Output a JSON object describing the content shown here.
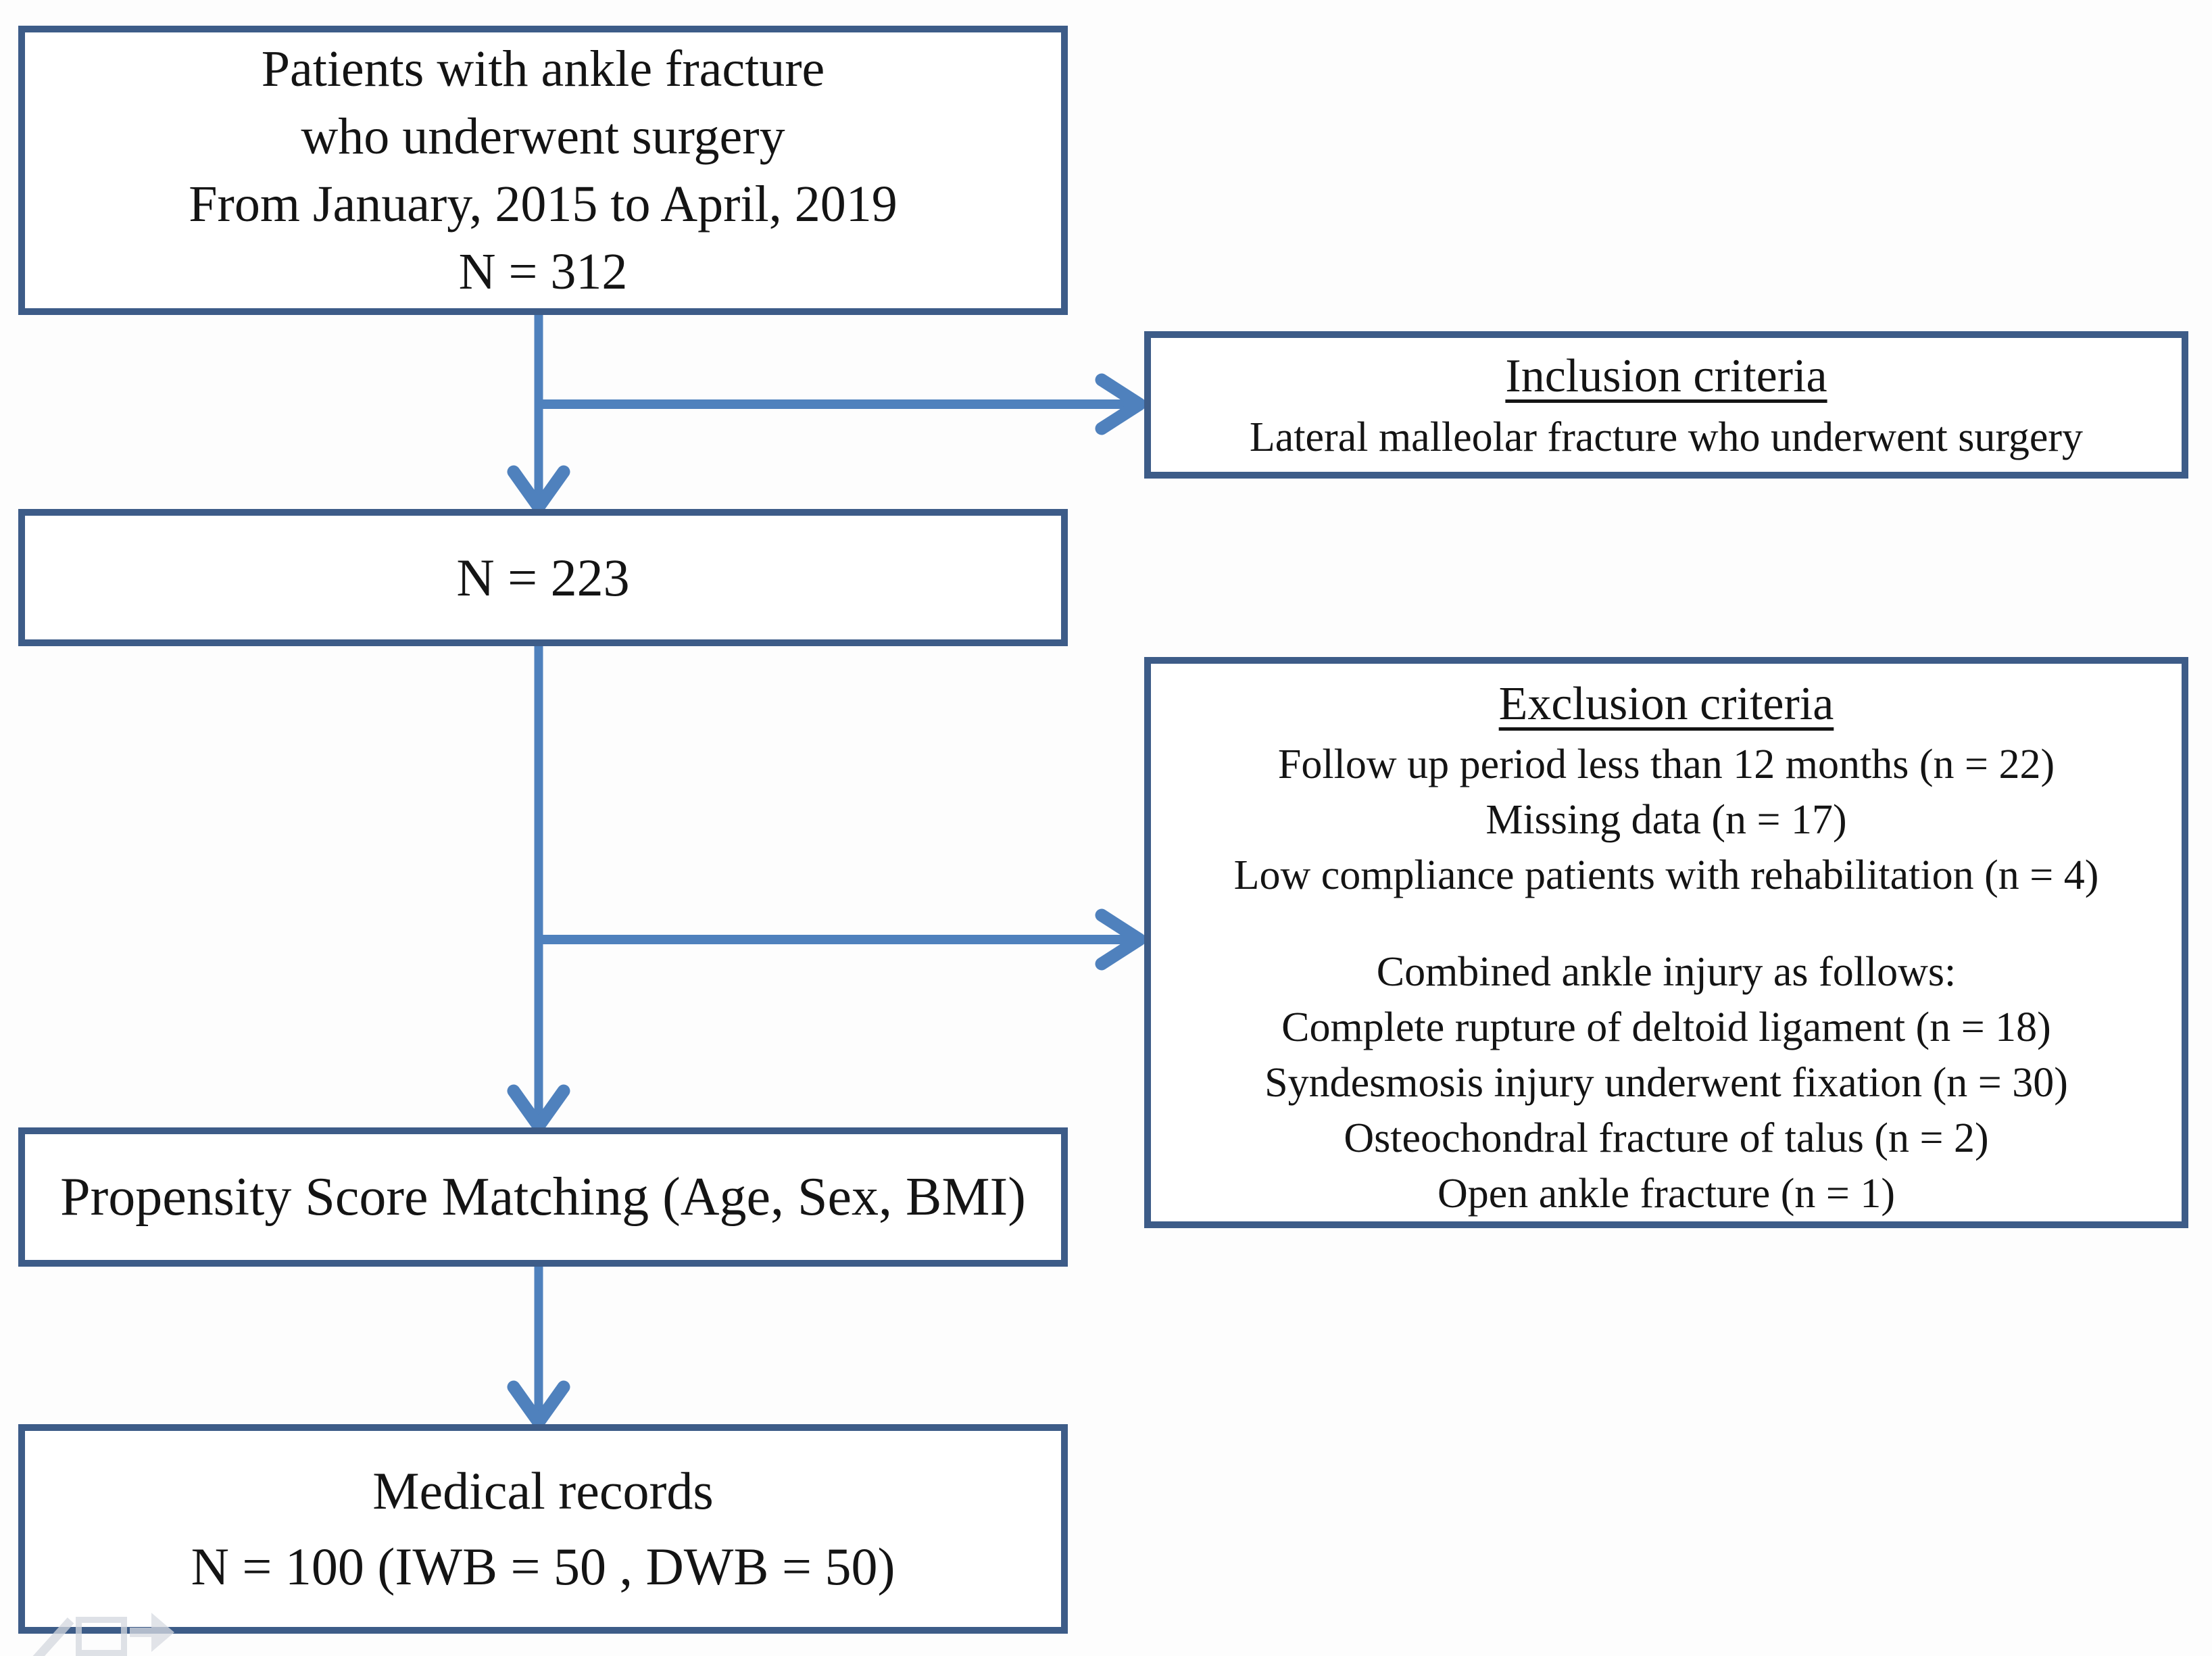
{
  "figure": {
    "type": "patient-flow-diagram",
    "colors": {
      "box_border": "#3d5c88",
      "arrow": "#4f81bd",
      "text": "#141414",
      "background": "#fdfdfd",
      "watermark": "#d4d8df"
    },
    "boxes": {
      "initial": {
        "lines": [
          "Patients with ankle fracture",
          "who underwent surgery",
          "From January, 2015 to April, 2019",
          "N = 312"
        ]
      },
      "inclusion": {
        "title": "Inclusion criteria",
        "body": "Lateral malleolar fracture who underwent surgery"
      },
      "after_inclusion": {
        "label": "N = 223"
      },
      "exclusion": {
        "title": "Exclusion criteria",
        "lines": [
          "Follow up period less than 12 months (n = 22)",
          "Missing data (n = 17)",
          "Low compliance patients with rehabilitation (n = 4)",
          "",
          "Combined ankle injury as follows:",
          "Complete rupture of deltoid ligament (n = 18)",
          "Syndesmosis injury underwent fixation (n = 30)",
          "Osteochondral fracture of talus (n = 2)",
          "Open ankle fracture (n = 1)"
        ]
      },
      "matching": {
        "label": "Propensity Score Matching (Age, Sex, BMI)"
      },
      "final": {
        "lines": [
          "Medical records",
          "N = 100 (IWB = 50 , DWB = 50)"
        ]
      }
    }
  }
}
